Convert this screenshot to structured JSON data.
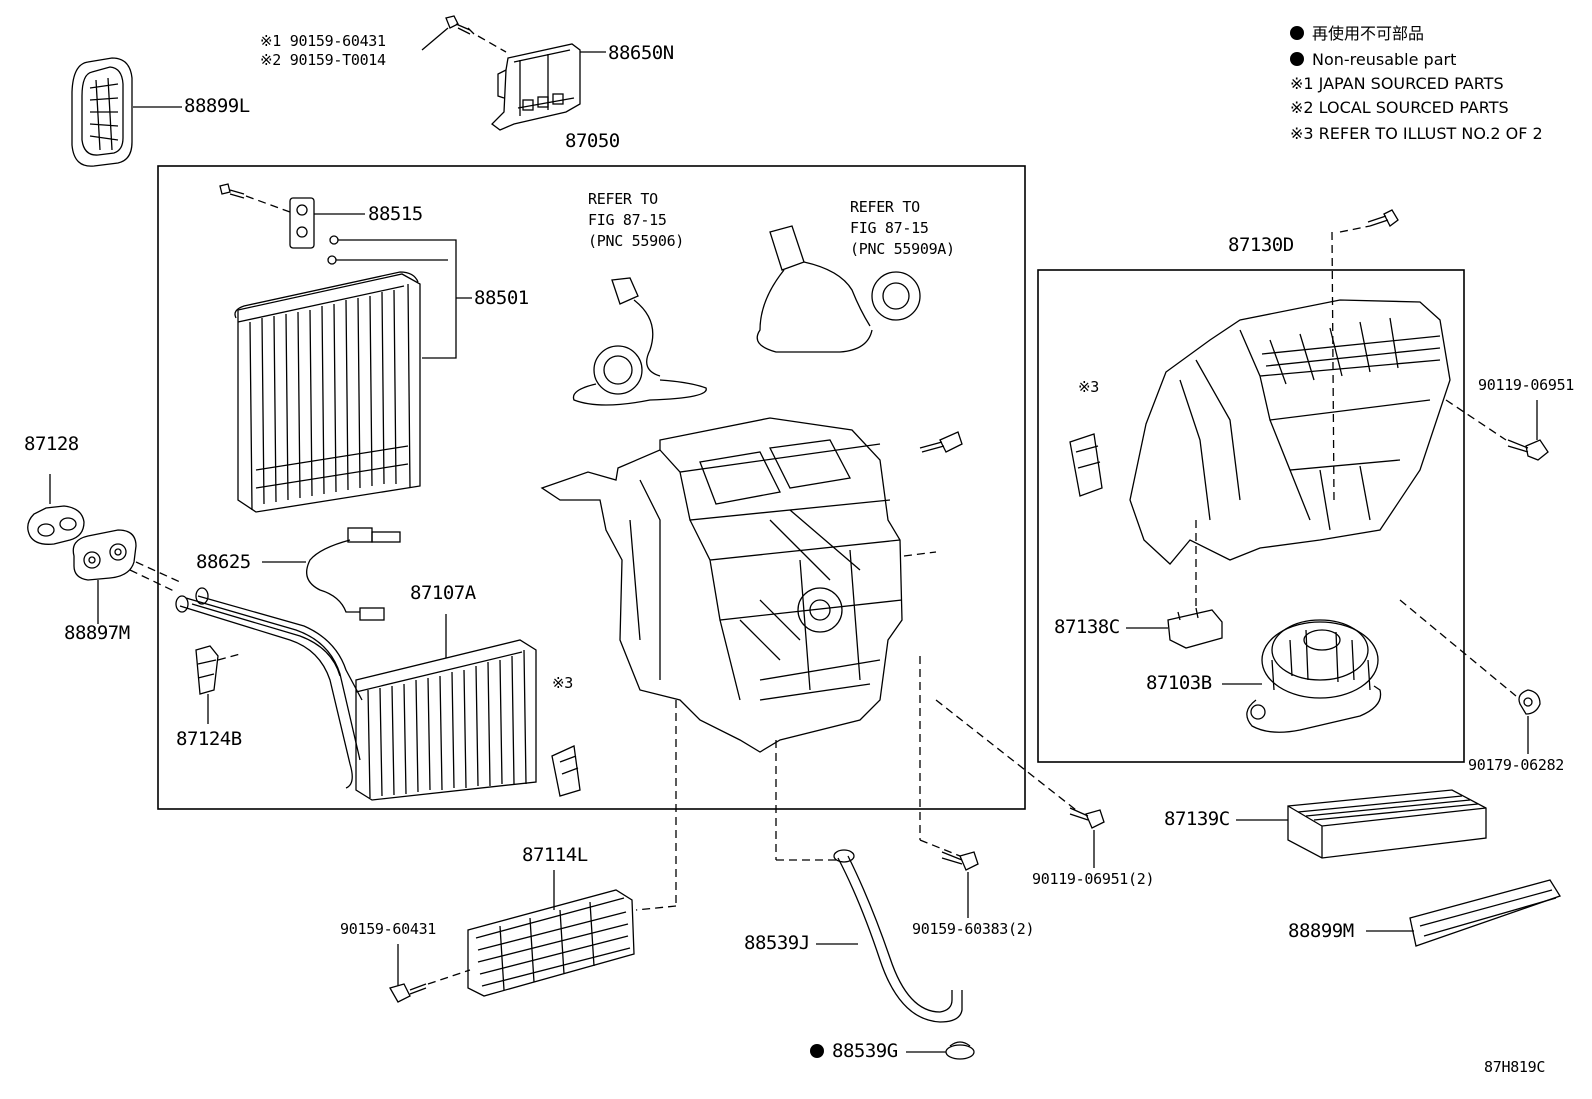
{
  "legend": {
    "non_reusable_jp": "再使用不可部品",
    "non_reusable_en": "Non-reusable part",
    "note1": "※1 JAPAN SOURCED PARTS",
    "note2": "※2 LOCAL SOURCED PARTS",
    "note3": "※3 REFER TO ILLUST NO.2 OF 2"
  },
  "labels": {
    "p88899L": "88899L",
    "p90159_60431_jp": "※1 90159-60431",
    "p90159_T0014": "※2 90159-T0014",
    "p88650N": "88650N",
    "p87050": "87050",
    "p88515": "88515",
    "p88501": "88501",
    "refer1_a": "REFER TO",
    "refer1_b": "FIG 87-15",
    "refer1_c": "(PNC 55906)",
    "refer2_a": "REFER TO",
    "refer2_b": "FIG 87-15",
    "refer2_c": "(PNC 55909A)",
    "p87130D": "87130D",
    "p90119_06951": "90119-06951",
    "p87128": "87128",
    "p88897M": "88897M",
    "p88625": "88625",
    "p87107A": "87107A",
    "p87124B": "87124B",
    "note3_a": "※3",
    "note3_b": "※3",
    "p87138C": "87138C",
    "p87103B": "87103B",
    "p90179_06282": "90179-06282",
    "p87139C": "87139C",
    "p90119_06951_2": "90119-06951(2)",
    "p87114L": "87114L",
    "p90159_60431": "90159-60431",
    "p90159_60383_2": "90159-60383(2)",
    "p88539J": "88539J",
    "p88899M": "88899M",
    "p88539G": "88539G",
    "diagram_code": "87H819C"
  }
}
